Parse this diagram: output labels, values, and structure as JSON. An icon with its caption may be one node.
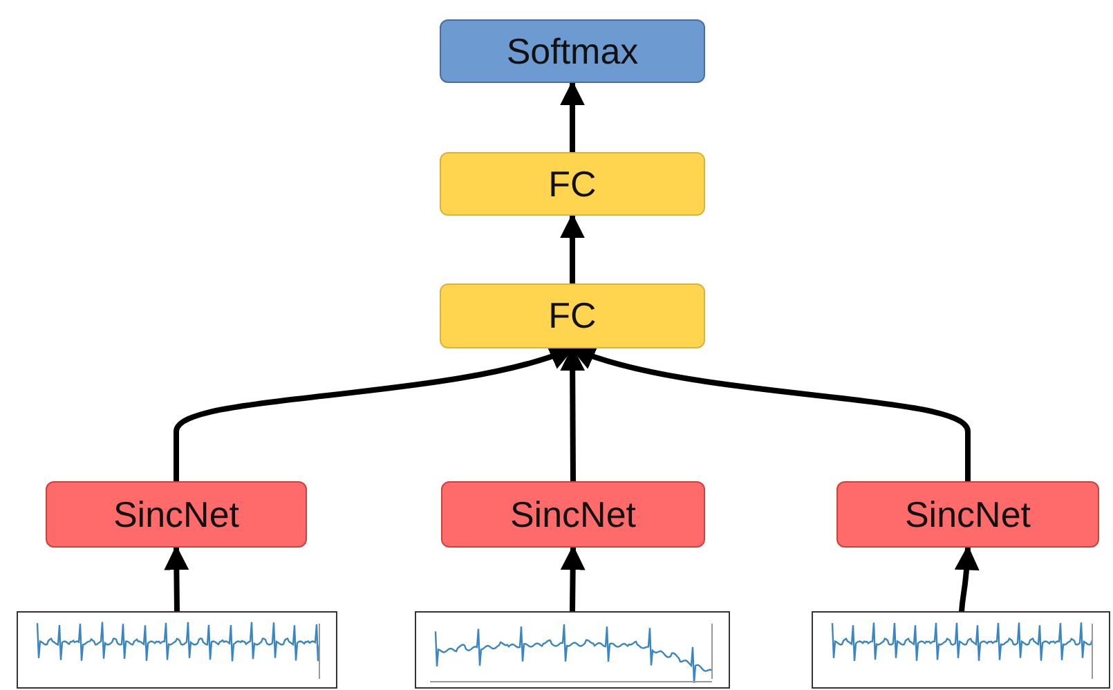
{
  "diagram": {
    "nodes": [
      {
        "text": [
          "Softmax"
        ]
      },
      {
        "text": [
          "FC"
        ]
      },
      {
        "text": [
          "FC"
        ]
      },
      {
        "text": [
          "SincNet"
        ]
      },
      {
        "text": [
          "SincNet"
        ]
      },
      {
        "text": [
          "SincNet"
        ]
      },
      {
        "text": [],
        "shape": "picture"
      },
      {
        "text": [],
        "shape": "picture"
      },
      {
        "text": [],
        "shape": "picture"
      }
    ],
    "edges": [
      {
        "from": 1,
        "to": 0,
        "arrow": "to"
      },
      {
        "from": 2,
        "to": 1,
        "arrow": "to"
      },
      {
        "from": 3,
        "to": 2,
        "arrow": "to"
      },
      {
        "from": 4,
        "to": 2,
        "arrow": "to"
      },
      {
        "from": 5,
        "to": 2,
        "arrow": "to"
      },
      {
        "from": 6,
        "to": 3,
        "arrow": "to"
      },
      {
        "from": 7,
        "to": 4,
        "arrow": "to"
      },
      {
        "from": 8,
        "to": 5,
        "arrow": "to"
      }
    ]
  }
}
